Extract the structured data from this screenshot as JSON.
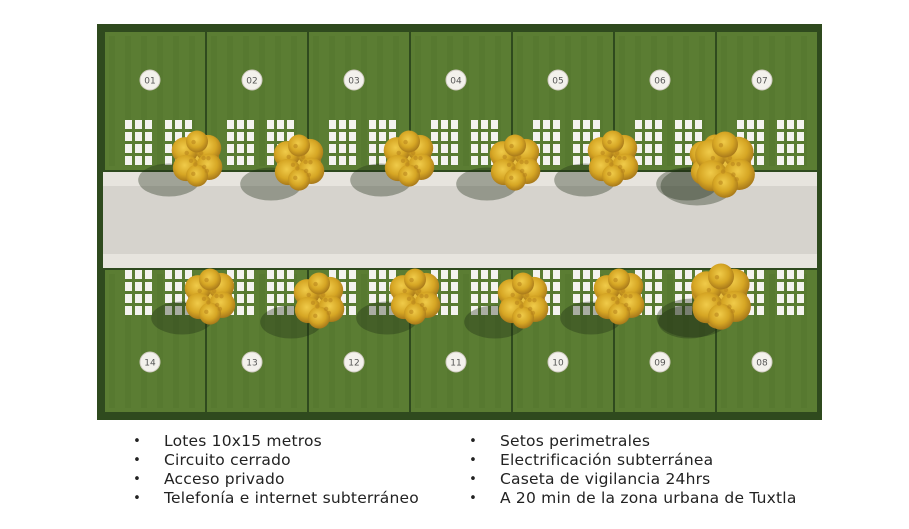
{
  "colors": {
    "grass": "#5b7d33",
    "grass_dark": "#4a6a28",
    "hedge": "#2f4a1e",
    "road": "#d6d3cd",
    "sidewalk": "#e7e4de",
    "tree": "#d7a926",
    "tree_dark": "#b9861c",
    "marker_fill": "#f3f1ec",
    "marker_text": "#555555"
  },
  "plan": {
    "top_lots": [
      "01",
      "02",
      "03",
      "04",
      "05",
      "06",
      "07"
    ],
    "bottom_lots": [
      "14",
      "13",
      "12",
      "11",
      "10",
      "09",
      "08"
    ]
  },
  "features": {
    "left": [
      "Lotes 10x15 metros",
      "Circuito cerrado",
      "Acceso privado",
      "Telefonía e internet subterráneo"
    ],
    "right": [
      "Setos perimetrales",
      "Electrificación subterránea",
      "Caseta de vigilancia 24hrs",
      "A 20 min de la zona urbana de Tuxtla"
    ],
    "bullet": "•"
  }
}
